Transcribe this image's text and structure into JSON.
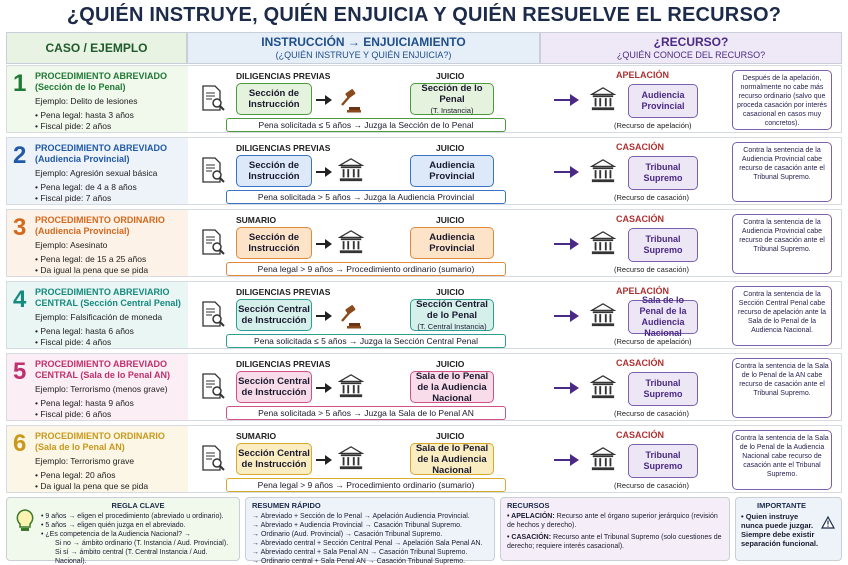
{
  "title": "¿QUIÉN INSTRUYE, QUIÉN ENJUICIA Y QUIÉN RESUELVE EL RECURSO?",
  "headers": {
    "caso": "CASO / EJEMPLO",
    "instr": "INSTRUCCIÓN → ENJUICIAMIENTO",
    "instr_sub": "(¿QUIÉN INSTRUYE Y QUIÉN ENJUICIA?)",
    "rec": "¿RECURSO?",
    "rec_sub": "¿QUIÉN CONOCE DEL RECURSO?"
  },
  "colors": {
    "r1": "#1e7a35",
    "r2": "#2059a8",
    "r3": "#d2691e",
    "r4": "#158a7e",
    "r5": "#c0306e",
    "r6": "#c8991a",
    "purple": "#4b2a85",
    "red": "#b03030"
  },
  "rows": [
    {
      "num": "1",
      "name": "PROCEDIMIENTO ABREVIADO (Sección de lo Penal)",
      "ejemplo": "Ejemplo: Delito de lesiones",
      "b1": "Pena legal: hasta 3 años",
      "b2": "Fiscal pide: 2 años",
      "phase": "DILIGENCIAS PREVIAS",
      "juicio": "JUICIO",
      "instr": "Sección de Instrucción",
      "court": "Sección de lo Penal",
      "court_sub": "(T. Instancia)",
      "rule": "Pena solicitada ≤ 5 años → Juzga la Sección de lo Penal",
      "rtype": "APELACIÓN",
      "rbox": "Audiencia Provincial",
      "rsub": "(Recurso de apelación)",
      "note": "Después de la apelación, normalmente no cabe más recurso ordinario (salvo que proceda casación por interés casacional en casos muy concretos).",
      "icon": "gavel-icon"
    },
    {
      "num": "2",
      "name": "PROCEDIMIENTO ABREVIADO (Audiencia Provincial)",
      "ejemplo": "Ejemplo: Agresión sexual básica",
      "b1": "Pena legal: de 4 a 8 años",
      "b2": "Fiscal pide: 7 años",
      "phase": "DILIGENCIAS PREVIAS",
      "juicio": "JUICIO",
      "instr": "Sección de Instrucción",
      "court": "Audiencia Provincial",
      "court_sub": "",
      "rule": "Pena solicitada > 5 años → Juzga la Audiencia Provincial",
      "rtype": "CASACIÓN",
      "rbox": "Tribunal Supremo",
      "rsub": "(Recurso de casación)",
      "note": "Contra la sentencia de la Audiencia Provincial cabe recurso de casación ante el Tribunal Supremo.",
      "icon": "courthouse-icon"
    },
    {
      "num": "3",
      "name": "PROCEDIMIENTO ORDINARIO (Audiencia Provincial)",
      "ejemplo": "Ejemplo: Asesinato",
      "b1": "Pena legal: de 15 a 25 años",
      "b2": "Da igual la pena que se pida",
      "phase": "SUMARIO",
      "juicio": "JUICIO",
      "instr": "Sección de Instrucción",
      "court": "Audiencia Provincial",
      "court_sub": "",
      "rule": "Pena legal > 9 años → Procedimiento ordinario (sumario)",
      "rtype": "CASACIÓN",
      "rbox": "Tribunal Supremo",
      "rsub": "(Recurso de casación)",
      "note": "Contra la sentencia de la Audiencia Provincial cabe recurso de casación ante el Tribunal Supremo.",
      "icon": "courthouse-icon"
    },
    {
      "num": "4",
      "name": "PROCEDIMIENTO ABREVIARIO CENTRAL (Sección Central Penal)",
      "ejemplo": "Ejemplo: Falsificación de moneda",
      "b1": "Pena legal: hasta 6 años",
      "b2": "Fiscal pide: 4 años",
      "phase": "DILIGENCIAS PREVIAS",
      "juicio": "JUICIO",
      "instr": "Sección Central de Instrucción",
      "court": "Sección Central de lo Penal",
      "court_sub": "(T. Central Instancia)",
      "rule": "Pena solicitada ≤ 5 años → Juzga la Sección Central Penal",
      "rtype": "APELACIÓN",
      "rbox": "Sala de lo Penal de la Audiencia Nacional",
      "rsub": "(Recurso de apelación)",
      "note": "Contra la sentencia de la Sección Central Penal cabe recurso de apelación ante la Sala de lo Penal de la Audiencia Nacional.",
      "icon": "gavel-icon"
    },
    {
      "num": "5",
      "name": "PROCEDIMIENTO ABREVIADO CENTRAL (Sala de lo Penal AN)",
      "ejemplo": "Ejemplo: Terrorismo (menos grave)",
      "b1": "Pena legal: hasta 9 años",
      "b2": "Fiscal pide: 6 años",
      "phase": "DILIGENCIAS PREVIAS",
      "juicio": "JUICIO",
      "instr": "Sección Central de Instrucción",
      "court": "Sala de lo Penal de la Audiencia Nacional",
      "court_sub": "",
      "rule": "Pena solicitada > 5 años → Juzga la Sala de lo Penal AN",
      "rtype": "CASACIÓN",
      "rbox": "Tribunal Supremo",
      "rsub": "(Recurso de casación)",
      "note": "Contra la sentencia de la Sala de lo Penal de la AN cabe recurso de casación ante el Tribunal Supremo.",
      "icon": "courthouse-icon"
    },
    {
      "num": "6",
      "name": "PROCEDIMIENTO ORDINARIO (Sala de lo Penal AN)",
      "ejemplo": "Ejemplo: Terrorismo grave",
      "b1": "Pena legal: 20 años",
      "b2": "Da igual la pena que se pida",
      "phase": "SUMARIO",
      "juicio": "JUICIO",
      "instr": "Sección Central de Instrucción",
      "court": "Sala de lo Penal de la Audiencia Nacional",
      "court_sub": "",
      "rule": "Pena legal > 9 años → Procedimiento ordinario (sumario)",
      "rtype": "CASACIÓN",
      "rbox": "Tribunal Supremo",
      "rsub": "(Recurso de casación)",
      "note": "Contra la sentencia de la Sala de lo Penal de la Audiencia Nacional cabe recurso de casación ante el Tribunal Supremo.",
      "icon": "courthouse-icon"
    }
  ],
  "regla": {
    "title": "REGLA CLAVE",
    "l1": "• 9 años → eligen el procedimiento (abreviado u ordinario).",
    "l2": "• 5 años → eligen quién juzga en el abreviado.",
    "l3": "• ¿Es competencia de la Audiencia Nacional? →",
    "l4": "Si no → ámbito ordinario (T. Instancia / Aud. Provincial).",
    "l5": "Si sí → ámbito central (T. Central Instancia / Aud. Nacional)."
  },
  "resumen": {
    "title": "RESUMEN RÁPIDO",
    "items": [
      "Abreviado + Sección de lo Penal → Apelación Audiencia Provincial.",
      "Abreviado + Audiencia Provincial → Casación Tribunal Supremo.",
      "Ordinario (Aud. Provincial) → Casación Tribunal Supremo.",
      "Abreviado central + Sección Central Penal → Apelación Sala Penal AN.",
      "Abreviado central + Sala Penal AN → Casación Tribunal Supremo.",
      "Ordinario central + Sala Penal AN → Casación Tribunal Supremo."
    ]
  },
  "recursos": {
    "title": "RECURSOS",
    "a_k": "• APELACIÓN:",
    "a_v": " Recurso ante el órgano superior jerárquico (revisión de hechos y derecho).",
    "c_k": "• CASACIÓN:",
    "c_v": " Recurso ante el Tribunal Supremo (solo cuestiones de derecho; requiere interés casacional)."
  },
  "importante": {
    "title": "IMPORTANTE",
    "text": "• Quien instruye nunca puede juzgar. Siempre debe existir separación funcional."
  }
}
